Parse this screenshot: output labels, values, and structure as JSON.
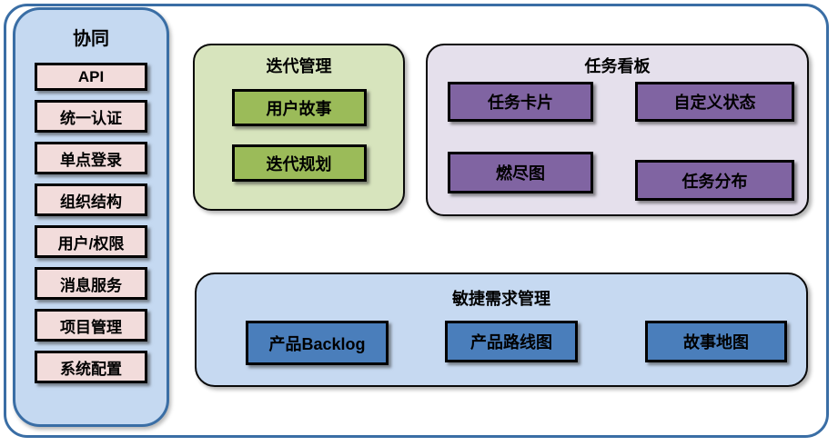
{
  "diagram": {
    "sidebar": {
      "title": "协同",
      "items": [
        "API",
        "统一认证",
        "单点登录",
        "组织结构",
        "用户/权限",
        "消息服务",
        "项目管理",
        "系统配置"
      ]
    },
    "groups": {
      "iteration": {
        "title": "迭代管理",
        "items": [
          "用户故事",
          "迭代规划"
        ]
      },
      "kanban": {
        "title": "任务看板",
        "items": [
          "任务卡片",
          "自定义状态",
          "燃尽图",
          "任务分布"
        ]
      },
      "agile": {
        "title": "敏捷需求管理",
        "items": [
          "产品Backlog",
          "产品路线图",
          "故事地图"
        ]
      }
    }
  },
  "colors": {
    "frame_border": "#3a6ea5",
    "sidebar_fill": "#c5d9f1",
    "sidebar_item_fill": "#f2dcdb",
    "iteration_fill": "#d7e4bd",
    "iteration_item_fill": "#9bbb59",
    "kanban_fill": "#e5e0ec",
    "kanban_item_fill": "#8064a2",
    "agile_fill": "#c6d9f1",
    "agile_item_fill": "#4a7ebb",
    "box_border": "#000000"
  }
}
